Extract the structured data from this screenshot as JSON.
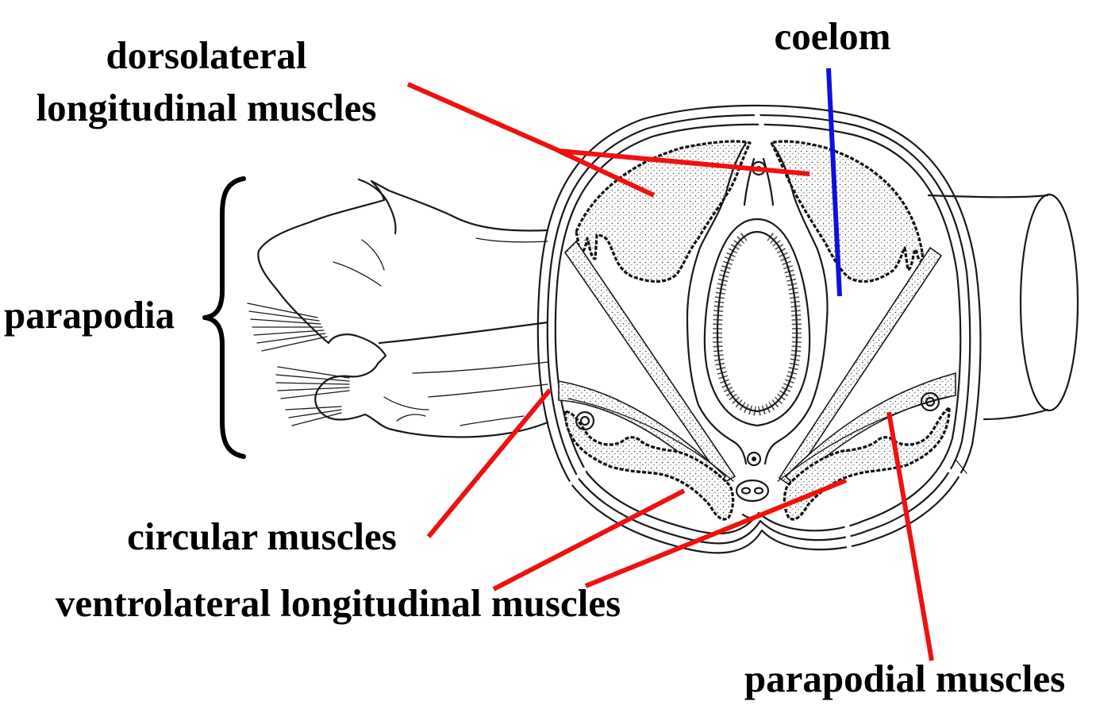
{
  "labels": {
    "dorsolateral_line1": "dorsolateral",
    "dorsolateral_line2": "longitudinal muscles",
    "coelom": "coelom",
    "parapodia": "parapodia",
    "circular": "circular muscles",
    "ventrolateral": "ventrolateral longitudinal muscles",
    "parapodial": "parapodial muscles"
  },
  "colors": {
    "leader_red": "#ee1111",
    "leader_blue": "#1010dd",
    "ink": "#1a1a1a"
  }
}
